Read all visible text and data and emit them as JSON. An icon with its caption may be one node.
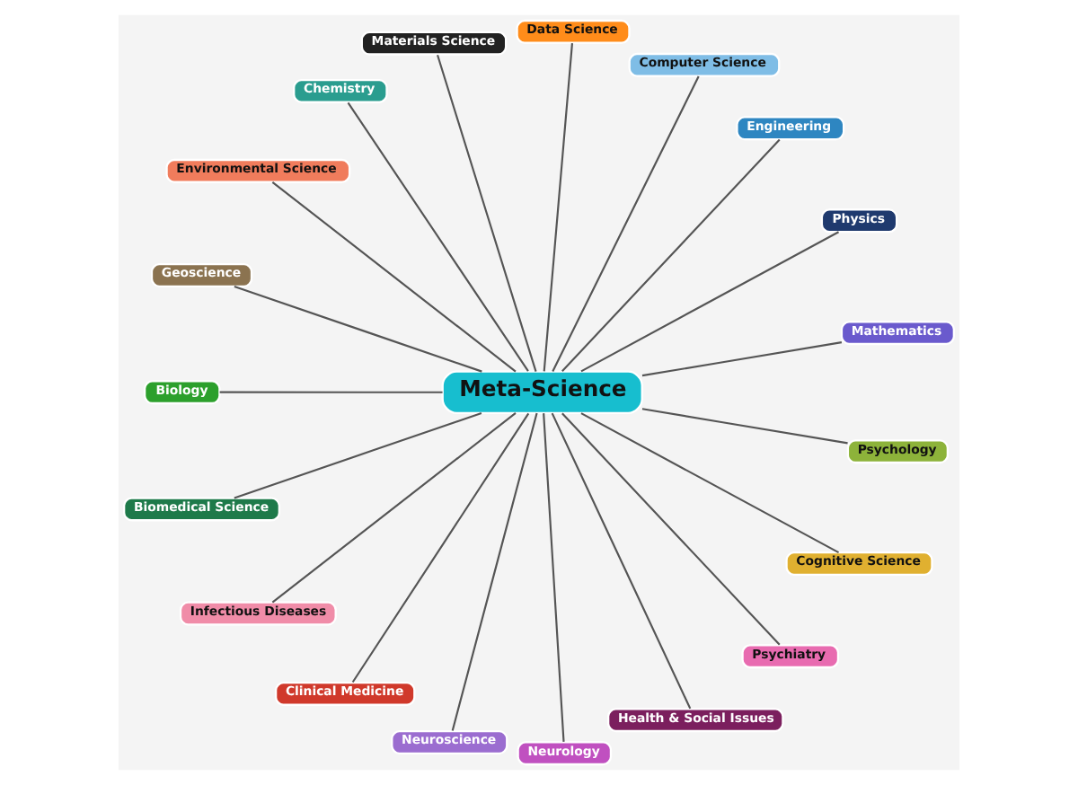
{
  "diagram": {
    "nodes": [
      {
        "text": [
          "Materials Science"
        ]
      },
      {
        "text": [
          "Computer Science"
        ]
      },
      {
        "text": [
          "Engineering"
        ]
      },
      {
        "text": [
          "Chemistry"
        ]
      },
      {
        "text": [
          "Mathematics"
        ]
      },
      {
        "text": [
          "Geoscience"
        ]
      },
      {
        "text": [
          "Data Science"
        ]
      },
      {
        "text": [
          "Physics"
        ]
      },
      {
        "text": [
          "Environmental Science"
        ]
      },
      {
        "text": [
          "Biology"
        ]
      },
      {
        "text": [
          "Meta-Science"
        ]
      },
      {
        "text": [
          "Biomedical Science"
        ]
      },
      {
        "text": [
          "Health & Social Issues"
        ]
      },
      {
        "text": [
          "Infectious Diseases"
        ]
      },
      {
        "text": [
          "Clinical Medicine"
        ]
      },
      {
        "text": [
          "Psychology"
        ]
      },
      {
        "text": [
          "Neuroscience"
        ]
      },
      {
        "text": [
          "Psychiatry"
        ]
      },
      {
        "text": [
          "Cognitive Science"
        ]
      },
      {
        "text": [
          "Neurology"
        ]
      }
    ],
    "edges": [
      {
        "from": 10,
        "to": 4,
        "arrow": "none"
      },
      {
        "from": 10,
        "to": 7,
        "arrow": "none"
      },
      {
        "from": 10,
        "to": 2,
        "arrow": "none"
      },
      {
        "from": 10,
        "to": 1,
        "arrow": "none"
      },
      {
        "from": 10,
        "to": 6,
        "arrow": "none"
      },
      {
        "from": 10,
        "to": 0,
        "arrow": "none"
      },
      {
        "from": 10,
        "to": 3,
        "arrow": "none"
      },
      {
        "from": 10,
        "to": 8,
        "arrow": "none"
      },
      {
        "from": 10,
        "to": 5,
        "arrow": "none"
      },
      {
        "from": 10,
        "to": 9,
        "arrow": "none"
      },
      {
        "from": 10,
        "to": 11,
        "arrow": "none"
      },
      {
        "from": 10,
        "to": 13,
        "arrow": "none"
      },
      {
        "from": 10,
        "to": 14,
        "arrow": "none"
      },
      {
        "from": 10,
        "to": 16,
        "arrow": "none"
      },
      {
        "from": 10,
        "to": 19,
        "arrow": "none"
      },
      {
        "from": 10,
        "to": 12,
        "arrow": "none"
      },
      {
        "from": 10,
        "to": 17,
        "arrow": "none"
      },
      {
        "from": 10,
        "to": 18,
        "arrow": "none"
      },
      {
        "from": 10,
        "to": 15,
        "arrow": "none"
      }
    ]
  }
}
